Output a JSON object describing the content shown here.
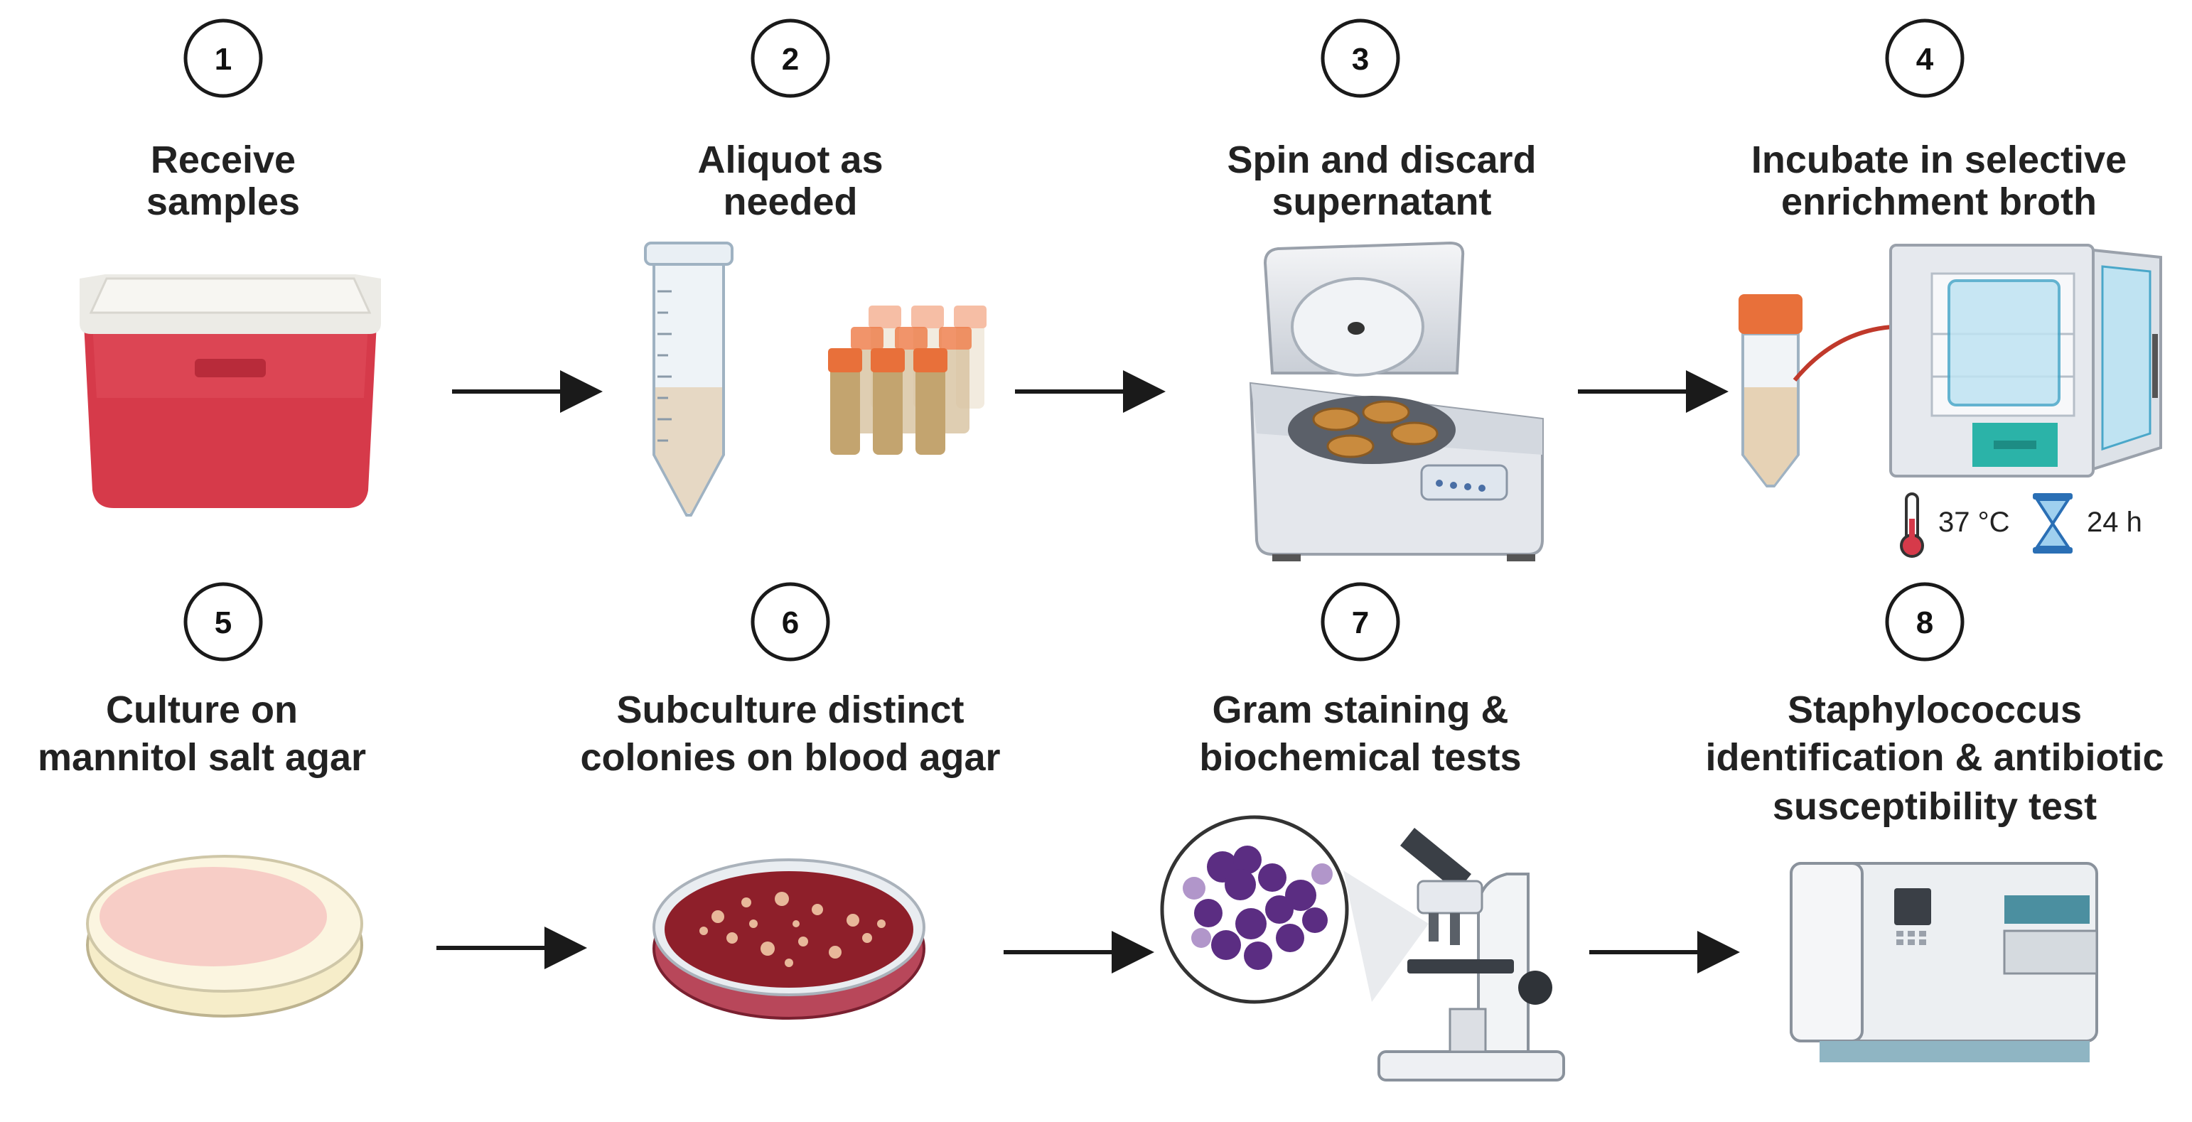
{
  "steps": [
    {
      "number": "1",
      "title": [
        "Receive",
        "samples"
      ]
    },
    {
      "number": "2",
      "title": [
        "Aliquot as",
        "needed"
      ]
    },
    {
      "number": "3",
      "title": [
        "Spin and discard",
        "supernatant"
      ]
    },
    {
      "number": "4",
      "title": [
        "Incubate in selective",
        "enrichment broth"
      ]
    },
    {
      "number": "5",
      "title": [
        "Culture on",
        "mannitol salt agar"
      ]
    },
    {
      "number": "6",
      "title": [
        "Subculture distinct",
        "colonies on blood agar"
      ]
    },
    {
      "number": "7",
      "title": [
        "Gram staining &",
        "biochemical tests"
      ]
    },
    {
      "number": "8",
      "title": [
        "Staphylococcus",
        "identification & antibiotic",
        "susceptibility test"
      ]
    }
  ],
  "incubation": {
    "temperature": "37 °C",
    "duration": "24 h"
  },
  "icons": {
    "step1": "cooler-box-icon",
    "step2": "conical-tube-and-vials-icon",
    "step3": "centrifuge-icon",
    "step4": "tube-and-incubator-icon",
    "step5": "petri-dish-mannitol-icon",
    "step6": "petri-dish-blood-agar-icon",
    "step7": "microscope-with-cocci-icon",
    "step8": "automated-analyzer-icon"
  },
  "colors": {
    "cooler_red": "#d63a4a",
    "cap_orange": "#e8703a",
    "blood_agar": "#8e1f2a",
    "cocci_purple": "#5b2d82",
    "incubator_teal": "#2bb3a8"
  }
}
